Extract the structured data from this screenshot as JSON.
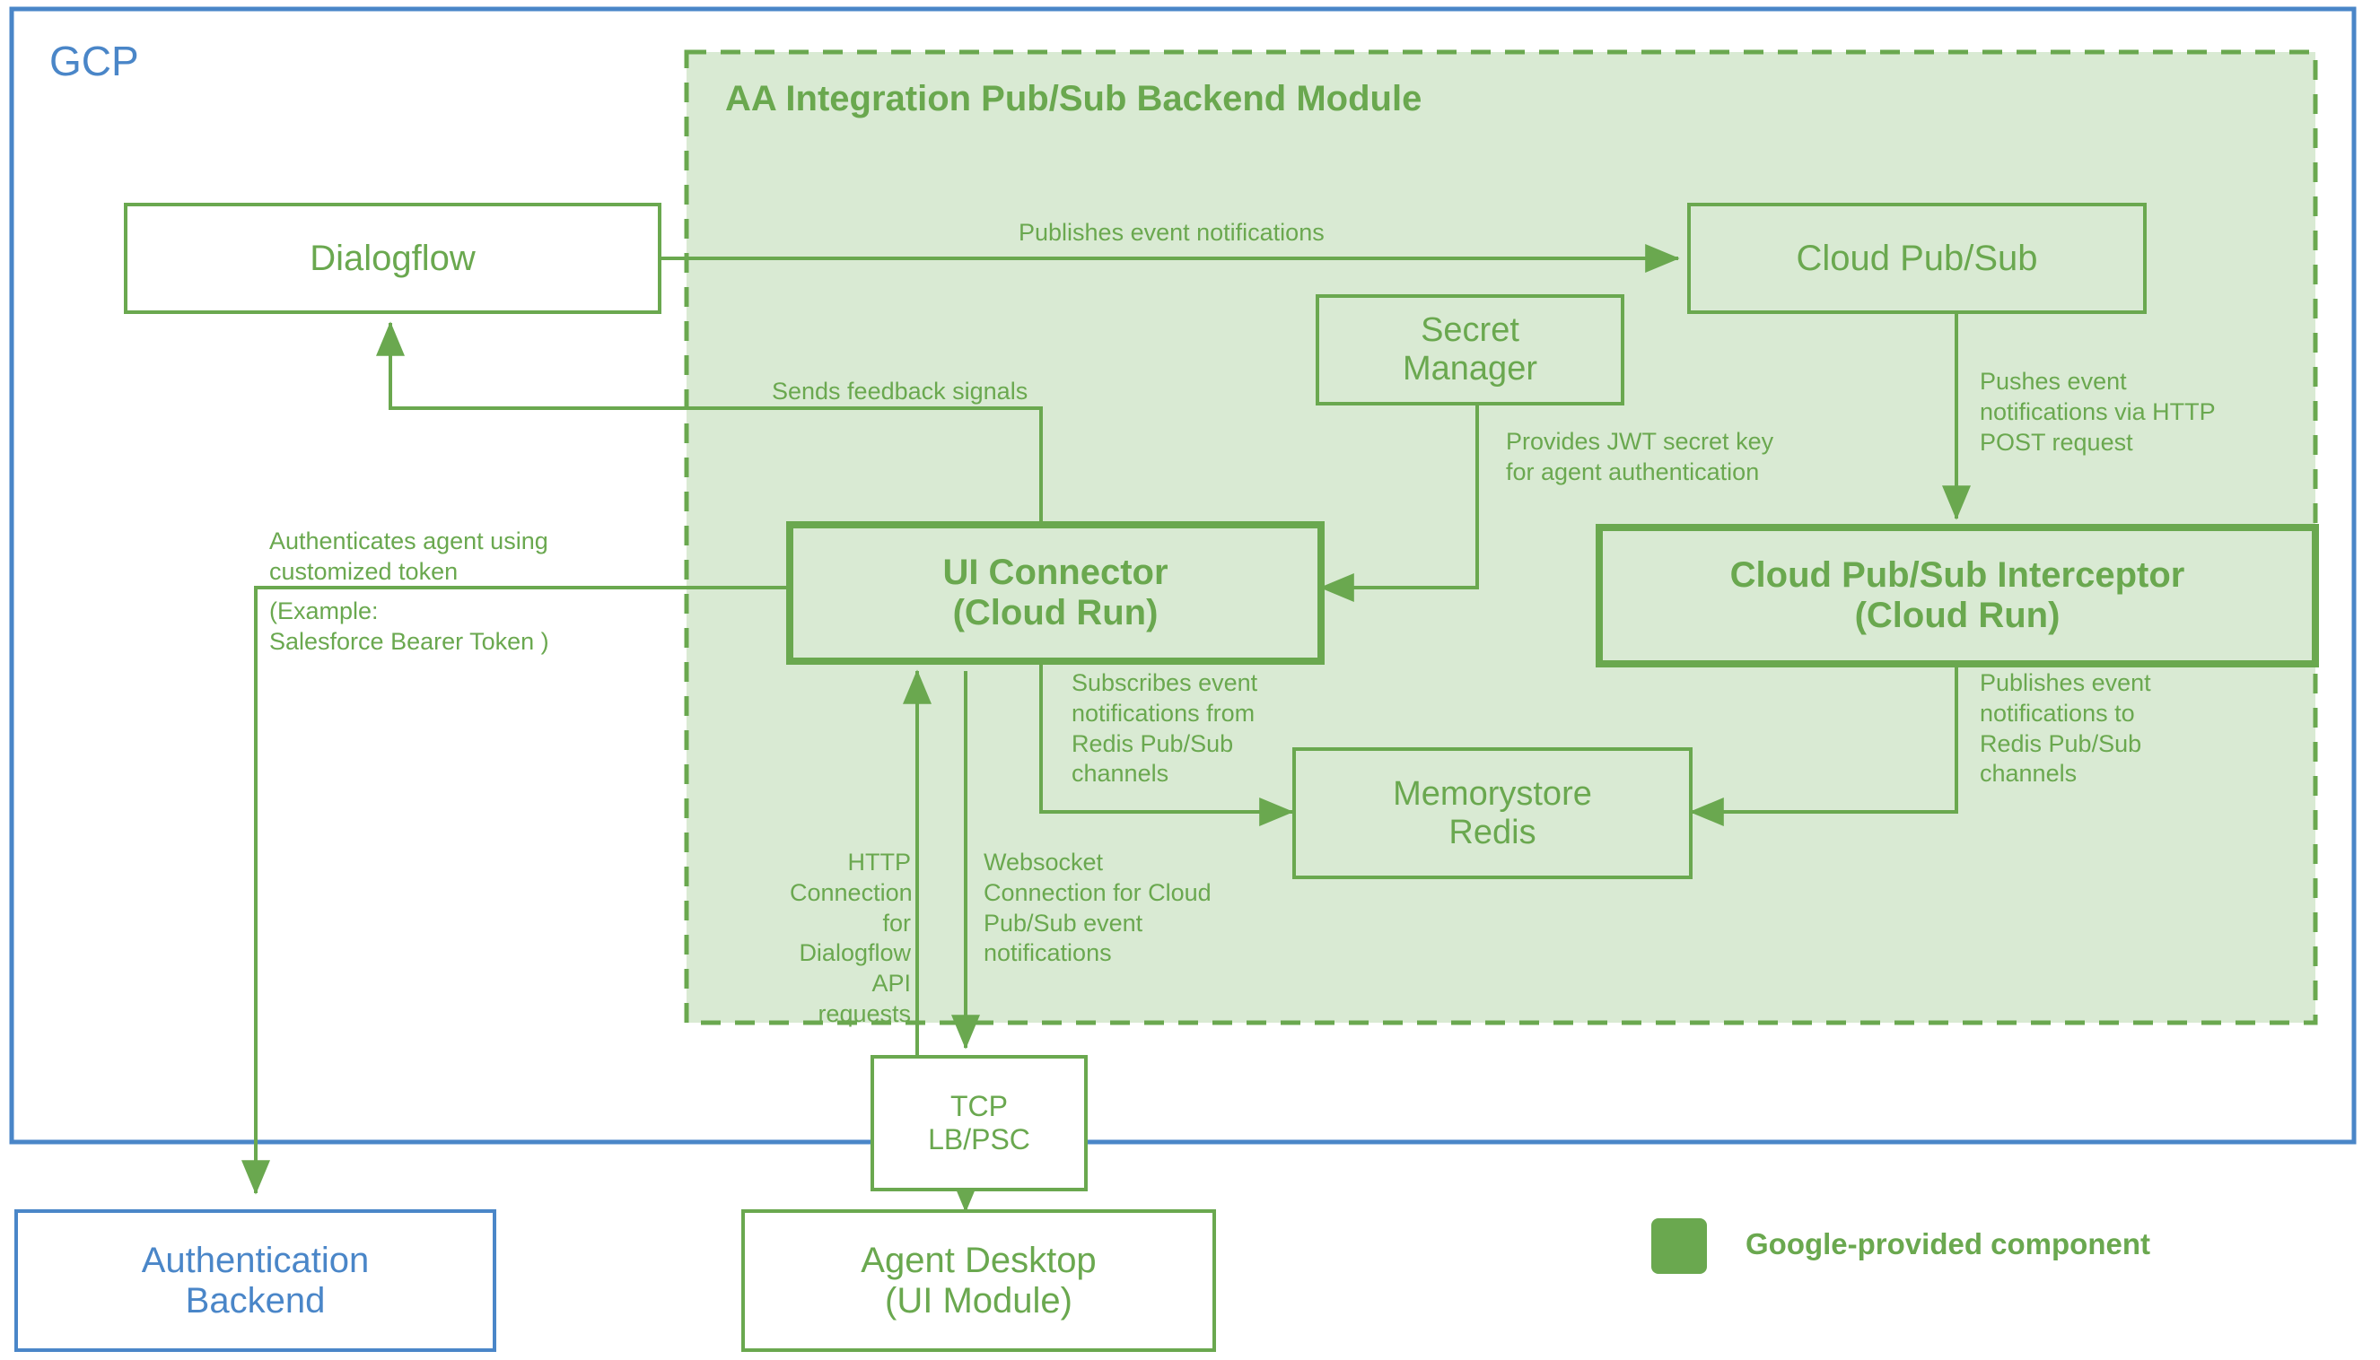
{
  "diagram": {
    "title_gcp": "GCP",
    "module_title": "AA Integration Pub/Sub Backend Module"
  },
  "colors": {
    "google_green": "#6aa84f",
    "module_fill": "#d9ead3",
    "gcp_blue": "#4a86c8",
    "white": "#ffffff"
  },
  "nodes": {
    "dialogflow": {
      "label": "Dialogflow"
    },
    "cloud_pubsub": {
      "label": "Cloud Pub/Sub"
    },
    "secret_manager": {
      "label": "Secret\nManager"
    },
    "ui_connector": {
      "label": "UI Connector\n(Cloud Run)"
    },
    "pubsub_interceptor": {
      "label": "Cloud Pub/Sub Interceptor\n(Cloud Run)"
    },
    "memorystore_redis": {
      "label": "Memorystore\nRedis"
    },
    "tcp_lb_psc": {
      "label": "TCP\nLB/PSC"
    },
    "agent_desktop": {
      "label": "Agent Desktop\n(UI Module)"
    },
    "auth_backend": {
      "label": "Authentication\nBackend"
    }
  },
  "edge_labels": {
    "publishes_event_notifications": "Publishes event notifications",
    "sends_feedback_signals": "Sends feedback signals",
    "provides_jwt": "Provides JWT secret key\nfor agent authentication",
    "pushes_event_http_post": "Pushes event\nnotifications via HTTP\nPOST request",
    "authenticates_agent": "Authenticates agent using\ncustomized token",
    "authenticates_agent_example": "(Example:\nSalesforce Bearer Token )",
    "subscribes_event_notifications": "Subscribes event\nnotifications from\nRedis Pub/Sub\nchannels",
    "publishes_to_redis": "Publishes event\nnotifications to\nRedis Pub/Sub\nchannels",
    "http_connection": "HTTP\nConnection for\nDialogflow API\nrequests",
    "websocket_connection": "Websocket\nConnection for Cloud\nPub/Sub event\nnotifications"
  },
  "legend": {
    "swatch_name": "google-green-swatch",
    "label": "Google-provided component"
  }
}
